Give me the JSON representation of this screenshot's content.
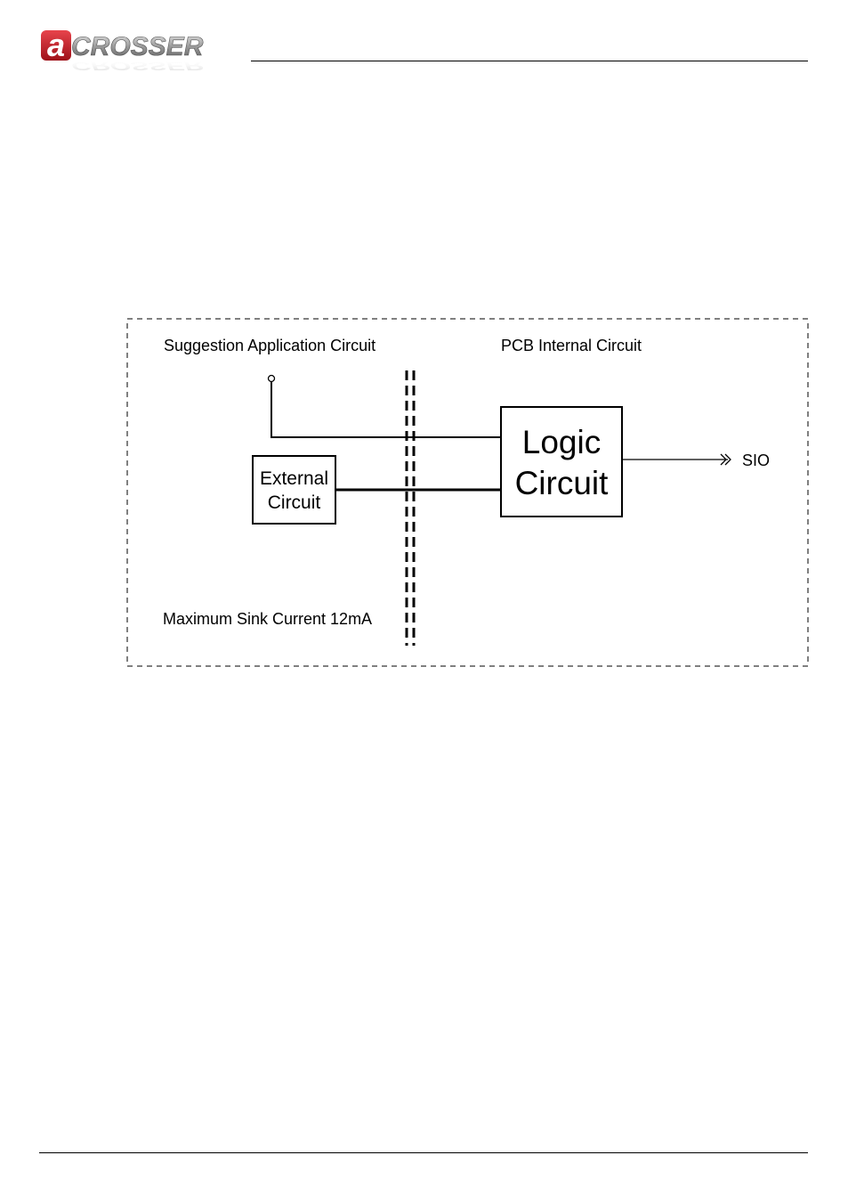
{
  "header": {
    "logo_text": "ACROSSER",
    "logo_mark": "a",
    "logo_rest": "CROSSER",
    "brand_color": "#c8202a"
  },
  "diagram": {
    "left_section_label": "Suggestion Application Circuit",
    "right_section_label": "PCB Internal Circuit",
    "external_box_line1": "External",
    "external_box_line2": "Circuit",
    "logic_box_line1": "Logic",
    "logic_box_line2": "Circuit",
    "output_label": "SIO",
    "sink_current_label": "Maximum Sink Current 12mA"
  }
}
